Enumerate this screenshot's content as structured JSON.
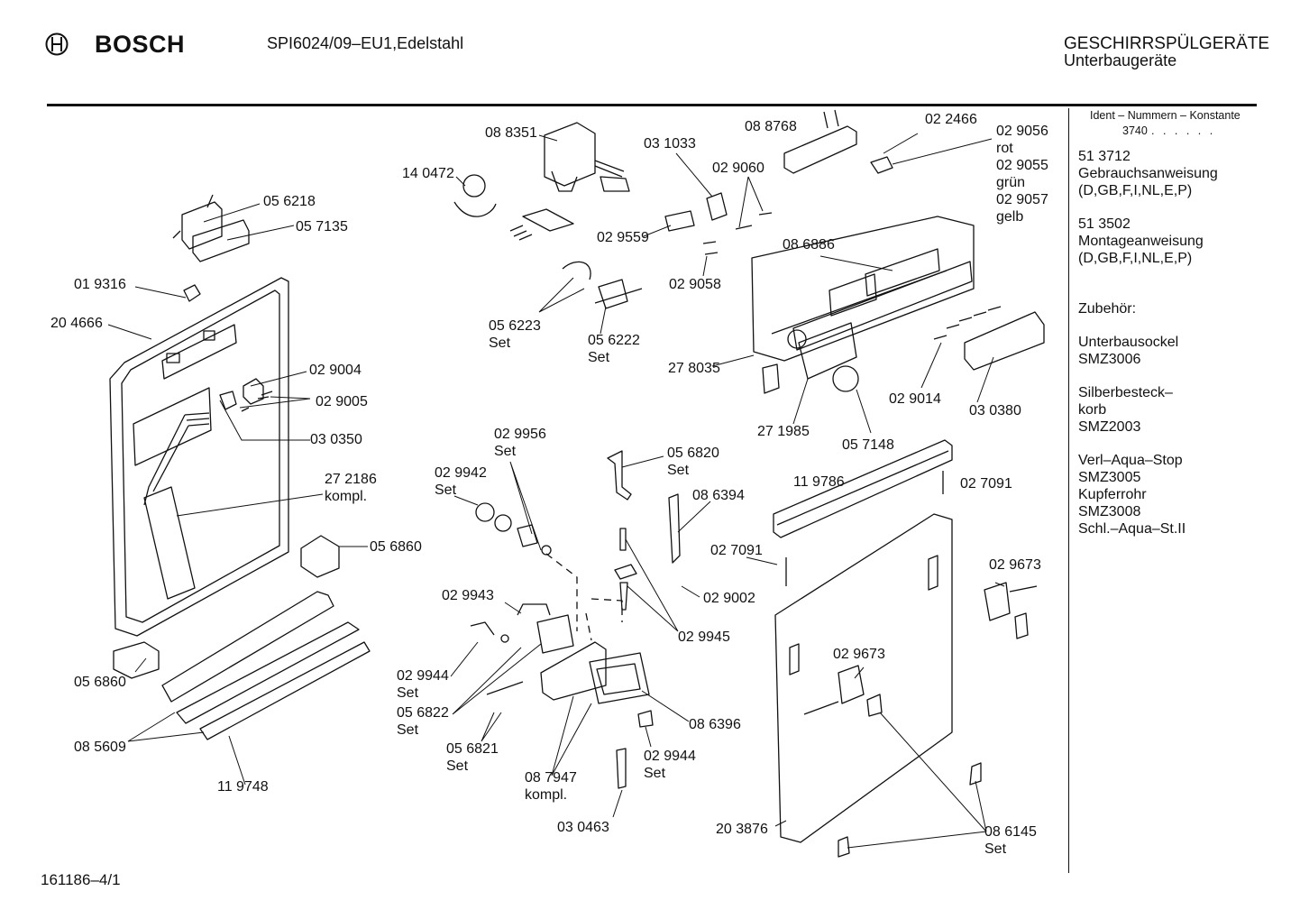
{
  "header": {
    "brand": "BOSCH",
    "model": "SPI6024/09–EU1,Edelstahl",
    "category_line1": "GESCHIRRSPÜLGERÄTE",
    "category_line2": "Unterbaugeräte"
  },
  "sidebar": {
    "ident_header": "Ident – Nummern – Konstante",
    "ident_const": "3740",
    "ident_dots": ". . . . . .",
    "entries": [
      {
        "code": "51 3712",
        "text1": "Gebrauchsanweisung",
        "text2": "(D,GB,F,I,NL,E,P)"
      },
      {
        "code": "51 3502",
        "text1": "Montageanweisung",
        "text2": "(D,GB,F,I,NL,E,P)"
      }
    ],
    "accessories_title": "Zubehör:",
    "accessories": [
      [
        "Unterbausockel",
        "SMZ3006"
      ],
      [
        "Silberbesteck–",
        "korb",
        "SMZ2003"
      ],
      [
        "Verl–Aqua–Stop",
        "SMZ3005",
        "Kupferrohr",
        "SMZ3008",
        "Schl.–Aqua–St.II"
      ]
    ]
  },
  "footer": {
    "code": "161186–4/1"
  },
  "parts": {
    "p056218": "05 6218",
    "p057135": "05 7135",
    "p019316": "01 9316",
    "p204666": "20 4666",
    "p029004": "02 9004",
    "p029005": "02 9005",
    "p030350": "03 0350",
    "p272186": "27 2186",
    "p272186b": "kompl.",
    "p056860a": "05 6860",
    "p056860b": "05 6860",
    "p085609": "08 5609",
    "p119748": "11 9748",
    "p088351": "08 8351",
    "p140472": "14 0472",
    "p031033": "03 1033",
    "p029060": "02 9060",
    "p029559": "02 9559",
    "p029058": "02 9058",
    "p056223": "05 6223",
    "p056223b": "Set",
    "p056222": "05 6222",
    "p056222b": "Set",
    "p088768": "08 8768",
    "p022466": "02 2466",
    "p029056": "02 9056",
    "p029056b": "rot",
    "p029055": "02 9055",
    "p029055b": "grün",
    "p029057": "02 9057",
    "p029057b": "gelb",
    "p086886": "08 6886",
    "p278035": "27 8035",
    "p271985": "27 1985",
    "p057148": "05 7148",
    "p029014": "02 9014",
    "p030380": "03 0380",
    "p029956": "02 9956",
    "p029956b": "Set",
    "p029942": "02 9942",
    "p029942b": "Set",
    "p056820": "05 6820",
    "p056820b": "Set",
    "p086394": "08 6394",
    "p029943": "02 9943",
    "p027091a": "02 7091",
    "p029002": "02 9002",
    "p029945": "02 9945",
    "p029944a": "02 9944",
    "p029944ab": "Set",
    "p056822": "05 6822",
    "p056822b": "Set",
    "p056821": "05 6821",
    "p056821b": "Set",
    "p087947": "08 7947",
    "p087947b": "kompl.",
    "p086396": "08 6396",
    "p029944b": "02 9944",
    "p029944bb": "Set",
    "p030463": "03 0463",
    "p119786": "11 9786",
    "p027091b": "02 7091",
    "p029673a": "02 9673",
    "p029673b": "02 9673",
    "p203876": "20 3876",
    "p086145": "08 6145",
    "p086145b": "Set"
  }
}
